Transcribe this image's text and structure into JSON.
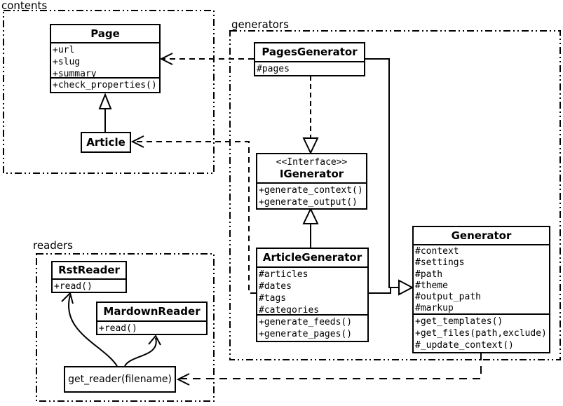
{
  "diagram": {
    "packages": {
      "contents": "contents",
      "generators": "generators",
      "readers": "readers"
    },
    "classes": {
      "page": {
        "name": "Page",
        "attributes": [
          "+url",
          "+slug",
          "+summary"
        ],
        "methods": [
          "+check_properties()"
        ]
      },
      "article": {
        "name": "Article"
      },
      "pages_generator": {
        "name": "PagesGenerator",
        "attributes": [
          "#pages"
        ]
      },
      "igenerator": {
        "stereotype": "<<Interface>>",
        "name": "IGenerator",
        "methods": [
          "+generate_context()",
          "+generate_output()"
        ]
      },
      "article_generator": {
        "name": "ArticleGenerator",
        "attributes": [
          "#articles",
          "#dates",
          "#tags",
          "#categories"
        ],
        "methods": [
          "+generate_feeds()",
          "+generate_pages()"
        ]
      },
      "generator": {
        "name": "Generator",
        "attributes": [
          "#context",
          "#settings",
          "#path",
          "#theme",
          "#output_path",
          "#markup"
        ],
        "methods": [
          "+get_templates()",
          "+get_files(path,exclude)",
          "#_update_context()"
        ]
      },
      "rst_reader": {
        "name": "RstReader",
        "methods": [
          "+read()"
        ]
      },
      "mardown_reader": {
        "name": "MardownReader",
        "methods": [
          "+read()"
        ]
      }
    },
    "functions": {
      "get_reader": "get_reader(filename)"
    },
    "colors": {
      "line": "#000000",
      "background": "#ffffff"
    }
  }
}
